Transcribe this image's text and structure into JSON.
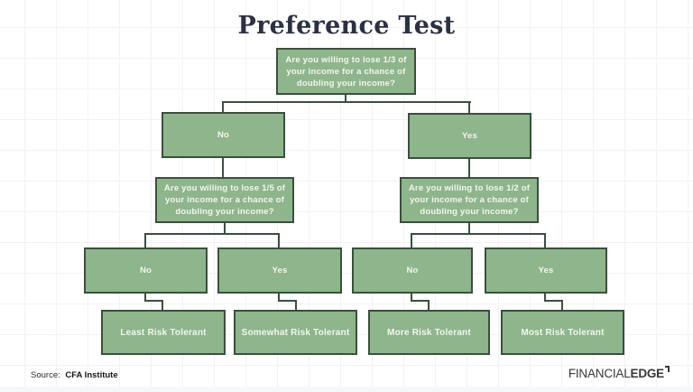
{
  "title": "Preference Test",
  "colors": {
    "box_fill": "#8eb58c",
    "box_border": "#3c4f3e",
    "connector": "#3c4f3e",
    "title_text": "#2b3140",
    "box_text": "#f4f6f0"
  },
  "tree": {
    "q1": "Are you willing to lose 1/3 of\nyour income for a chance of\ndoubling your income?",
    "q1_no": "No",
    "q1_yes": "Yes",
    "q2_left": "Are you willing to lose 1/5 of\nyour income for a chance of\ndoubling your income?",
    "q2_right": "Are you willing to lose 1/2 of\nyour income for a chance of\ndoubling your income?",
    "q2_left_no": "No",
    "q2_left_yes": "Yes",
    "q2_right_no": "No",
    "q2_right_yes": "Yes",
    "leaf_least": "Least Risk Tolerant",
    "leaf_somewhat": "Somewhat Risk Tolerant",
    "leaf_more": "More Risk Tolerant",
    "leaf_most": "Most Risk Tolerant"
  },
  "footer": {
    "source_label": "Source:",
    "source_value": "CFA Institute",
    "logo_part1": "FINANCIAL",
    "logo_part2": "EDGE"
  }
}
